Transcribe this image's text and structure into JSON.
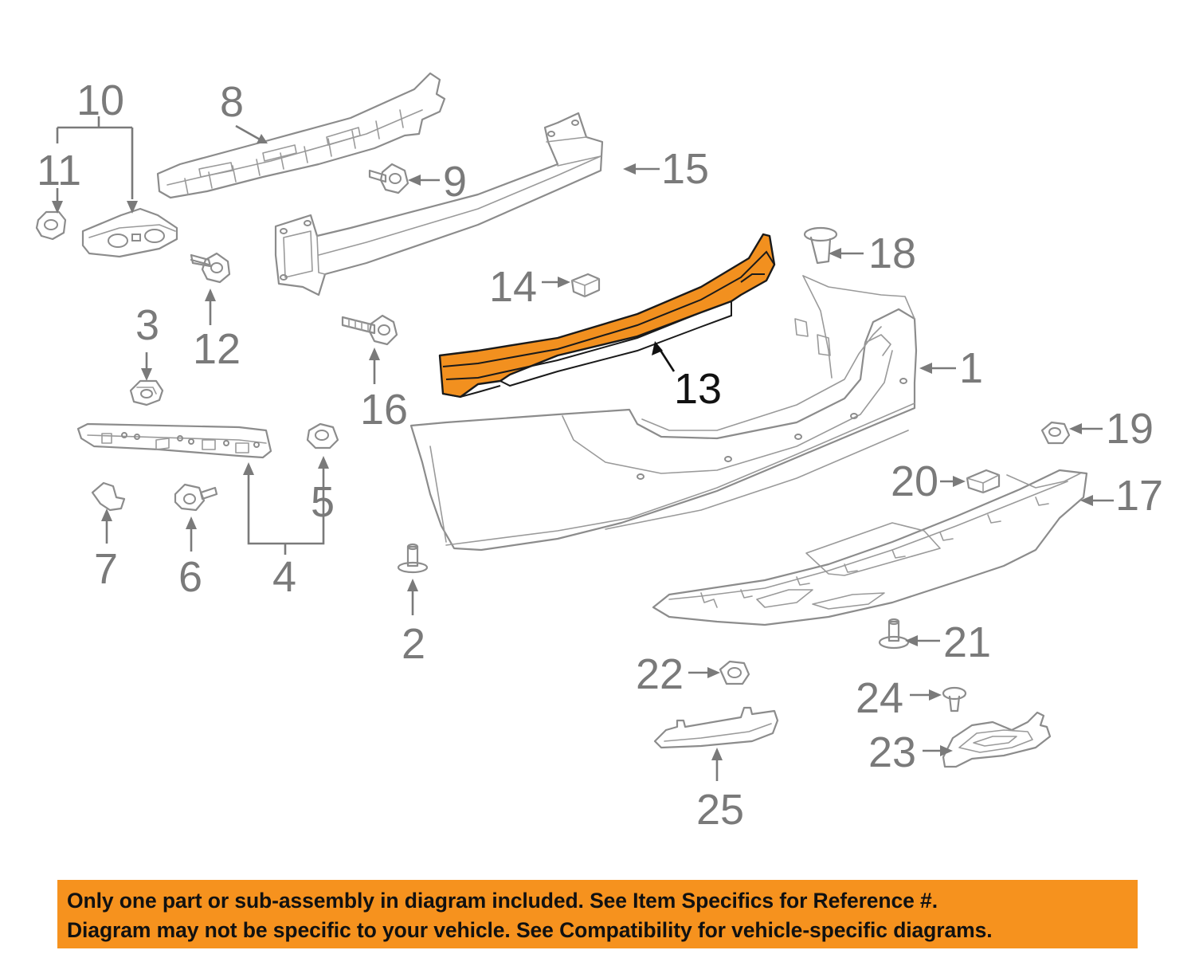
{
  "diagram": {
    "highlight_color": "#f2901f",
    "line_color": "#8c8c8c",
    "highlighted_callout": "13",
    "callouts": [
      "1",
      "2",
      "3",
      "4",
      "5",
      "6",
      "7",
      "8",
      "9",
      "10",
      "11",
      "12",
      "13",
      "14",
      "15",
      "16",
      "17",
      "18",
      "19",
      "20",
      "21",
      "22",
      "23",
      "24",
      "25"
    ]
  },
  "notice": {
    "background": "#f6921e",
    "line1": "Only one part or sub-assembly in diagram included. See Item Specifics for Reference #.",
    "line2": "Diagram may not be specific to your vehicle. See Compatibility for vehicle-specific diagrams."
  }
}
